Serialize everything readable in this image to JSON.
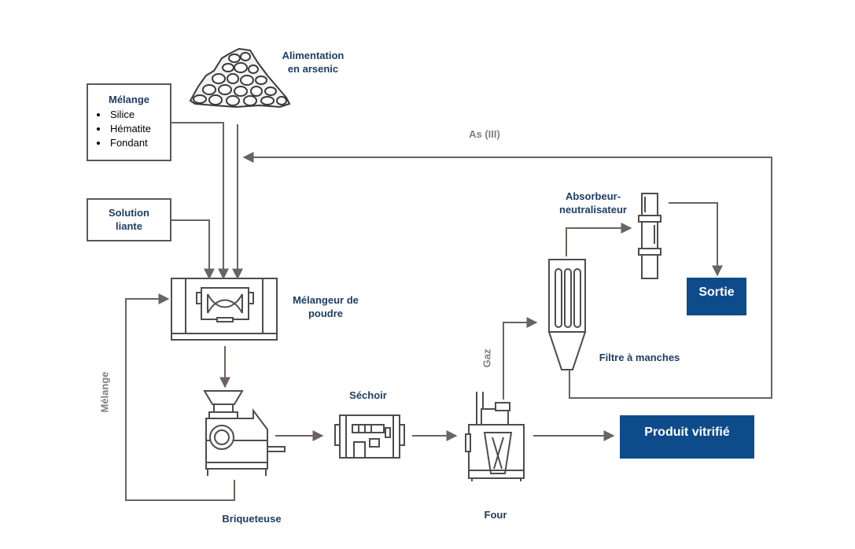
{
  "labels": {
    "arsenic_feed": [
      "Alimentation",
      "en arsenic"
    ],
    "mix_title": "Mélange",
    "mix_items": [
      "Silice",
      "Hématite",
      "Fondant"
    ],
    "binder": [
      "Solution",
      "liante"
    ],
    "powder_mixer": [
      "Mélangeur de",
      "poudre"
    ],
    "recycle_side": "Mélange",
    "briquetter": "Briqueteuse",
    "dryer": "Séchoir",
    "furnace": "Four",
    "gas": "Gaz",
    "bag_filter": "Filtre à manches",
    "absorber": [
      "Absorbeur-",
      "neutralisateur"
    ],
    "as_iii": "As (III)",
    "output": "Sortie",
    "vitrified": "Produit vitrifié"
  },
  "colors": {
    "arrow": "#6b6360",
    "equipment": "#4d4d4d",
    "label_text": "#1f3d63",
    "grey_text": "#7f7f7f",
    "output_box": "#0e4b8b"
  }
}
